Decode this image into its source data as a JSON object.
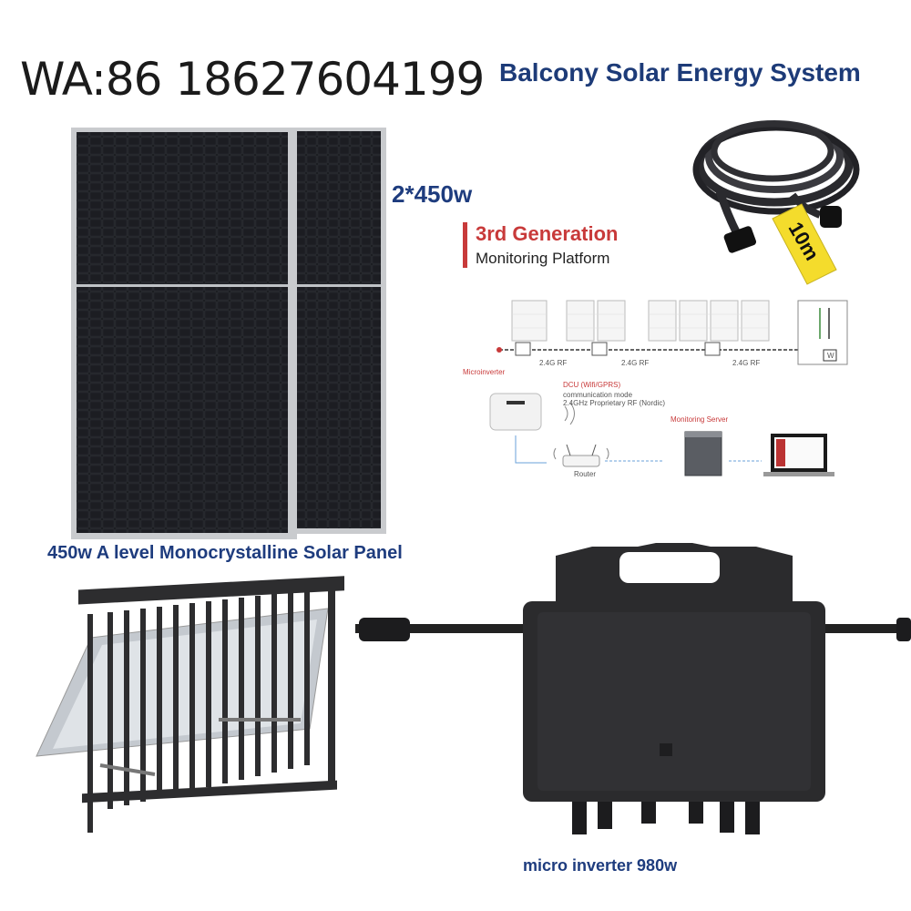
{
  "header": {
    "contact": "WA:86 18627604199",
    "headline": "Balcony Solar Energy System"
  },
  "panel": {
    "quantity": "2*450w",
    "caption": "450w A level Monocrystalline Solar Panel"
  },
  "cable": {
    "tag": "10m"
  },
  "monitoring": {
    "title": "3rd Generation",
    "subtitle": "Monitoring Platform",
    "labels": {
      "rf_1": "2.4G RF",
      "rf_2": "2.4G RF",
      "rf_3": "2.4G RF",
      "microinverter": "Microinverter",
      "dcu": "DCU (Wifi/GPRS)",
      "comm_mode": "communication mode",
      "comm_detail": "2.4GHz Proprietary RF (Nordic)",
      "router": "Router",
      "server": "Monitoring Server",
      "meter": "W"
    }
  },
  "inverter": {
    "caption": "micro inverter 980w"
  },
  "colors": {
    "headline_blue": "#1d3b78",
    "accent_red": "#c83a3a",
    "panel_dark": "#1a1a1c",
    "inverter_dark": "#2b2b2d"
  }
}
